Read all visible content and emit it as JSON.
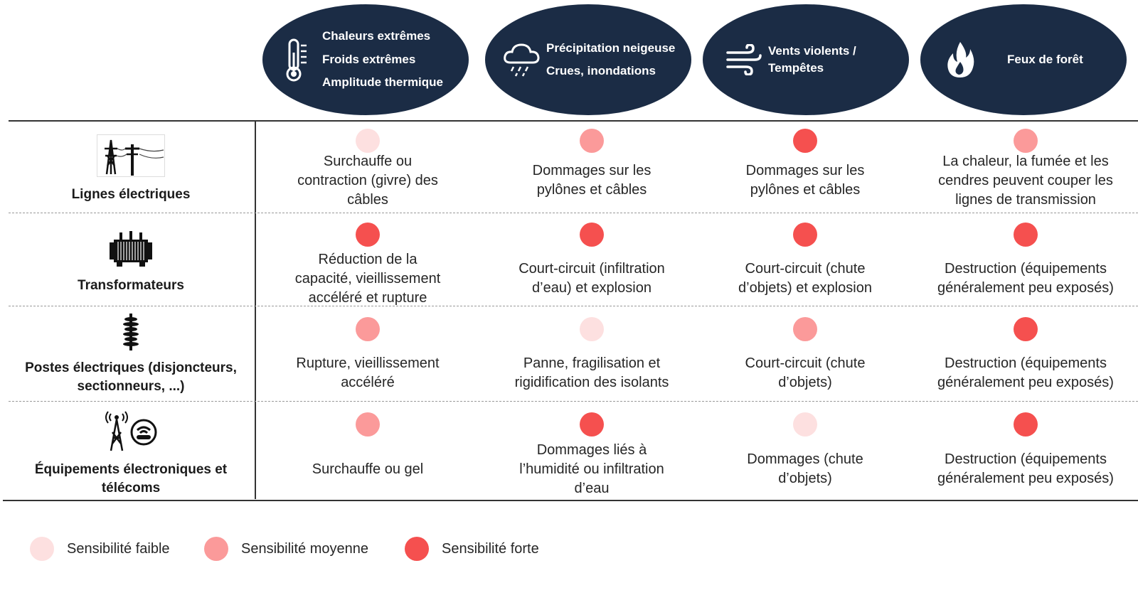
{
  "colors": {
    "navy": "#1b2c45",
    "faible": "#fde0e0",
    "moyenne": "#fb9a9a",
    "forte": "#f5504f"
  },
  "hazards": [
    {
      "icon": "thermometer-icon",
      "lines": [
        "Chaleurs extrêmes",
        "Froids extrêmes",
        "Amplitude thermique"
      ]
    },
    {
      "icon": "cloud-rain-icon",
      "lines": [
        "Précipitation neigeuse",
        "Crues, inondations"
      ]
    },
    {
      "icon": "wind-icon",
      "lines": [
        "Vents violents /",
        "Tempêtes"
      ]
    },
    {
      "icon": "fire-icon",
      "lines": [
        "Feux de forêt"
      ]
    }
  ],
  "rows": [
    {
      "label_lines": [
        "Lignes électriques"
      ],
      "icon": "power-line-icon",
      "cells": [
        {
          "level": "faible",
          "text": [
            "Surchauffe ou",
            "contraction (givre) des",
            "câbles"
          ]
        },
        {
          "level": "moyenne",
          "text": [
            "Dommages sur les",
            "pylônes et câbles"
          ]
        },
        {
          "level": "forte",
          "text": [
            "Dommages sur les",
            "pylônes et câbles"
          ]
        },
        {
          "level": "moyenne",
          "text": [
            "La chaleur, la fumée et les",
            "cendres peuvent couper les",
            "lignes de transmission"
          ]
        }
      ]
    },
    {
      "label_lines": [
        "Transformateurs"
      ],
      "icon": "transformer-icon",
      "cells": [
        {
          "level": "forte",
          "text": [
            "Réduction de la",
            "capacité, vieillissement",
            "accéléré et rupture"
          ]
        },
        {
          "level": "forte",
          "text": [
            "Court-circuit (infiltration",
            "d’eau) et explosion"
          ]
        },
        {
          "level": "forte",
          "text": [
            "Court-circuit (chute",
            "d’objets) et explosion"
          ]
        },
        {
          "level": "forte",
          "text": [
            "Destruction (équipements",
            "généralement peu exposés)"
          ]
        }
      ]
    },
    {
      "label_lines": [
        "Postes électriques (disjoncteurs,",
        "sectionneurs, ...)"
      ],
      "icon": "insulator-icon",
      "cells": [
        {
          "level": "moyenne",
          "text": [
            "Rupture, vieillissement",
            "accéléré"
          ]
        },
        {
          "level": "faible",
          "text": [
            "Panne, fragilisation et",
            "rigidification des isolants"
          ]
        },
        {
          "level": "moyenne",
          "text": [
            "Court-circuit (chute",
            "d’objets)"
          ]
        },
        {
          "level": "forte",
          "text": [
            "Destruction (équipements",
            "généralement peu exposés)"
          ]
        }
      ]
    },
    {
      "label_lines": [
        "Équipements électroniques et",
        "télécoms"
      ],
      "icon": "telecom-icon",
      "cells": [
        {
          "level": "moyenne",
          "text": [
            "Surchauffe ou gel"
          ]
        },
        {
          "level": "forte",
          "text": [
            "Dommages liés à",
            "l’humidité ou infiltration",
            "d’eau"
          ]
        },
        {
          "level": "faible",
          "text": [
            "Dommages (chute",
            "d’objets)"
          ]
        },
        {
          "level": "forte",
          "text": [
            "Destruction (équipements",
            "généralement peu exposés)"
          ]
        }
      ]
    }
  ],
  "legend": [
    {
      "level": "faible",
      "label": "Sensibilité faible"
    },
    {
      "level": "moyenne",
      "label": "Sensibilité moyenne"
    },
    {
      "level": "forte",
      "label": "Sensibilité forte"
    }
  ]
}
